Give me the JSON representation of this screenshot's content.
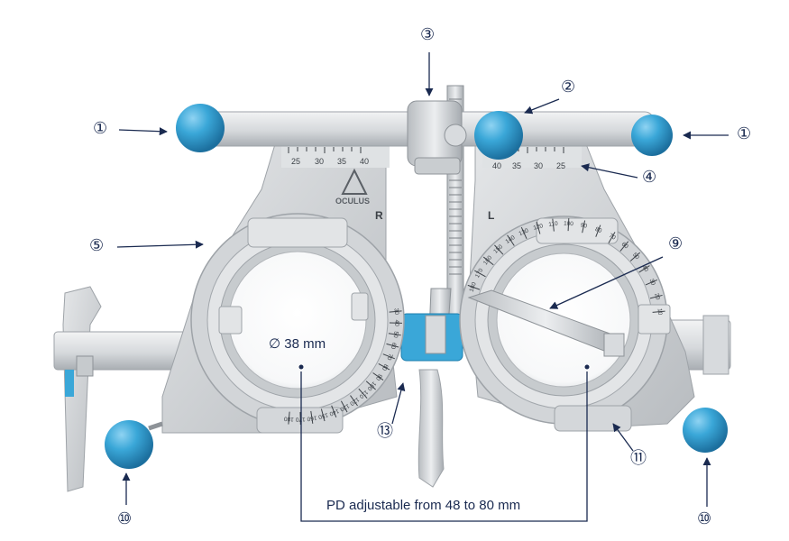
{
  "colors": {
    "accent_blue": "#3aa7d8",
    "frame_gray": "#d9dcdf",
    "frame_dark": "#aeb3b8",
    "callout_ink": "#1a2a50"
  },
  "callouts": {
    "c1_left": "①",
    "c1_right": "①",
    "c2": "②",
    "c3": "③",
    "c4": "④",
    "c5": "⑤",
    "c9": "⑨",
    "c10_left": "⑩",
    "c10_right": "⑩",
    "c11": "⑪",
    "c13": "⑬"
  },
  "labels": {
    "diameter": "∅ 38 mm",
    "pd": "PD adjustable from 48 to 80 mm",
    "brand": "OCULUS",
    "right_side": "R",
    "left_side": "L"
  },
  "scales": {
    "top_left": [
      "25",
      "30",
      "35",
      "40"
    ],
    "top_right": [
      "40",
      "35",
      "30",
      "25"
    ],
    "ring_right": [
      "180",
      "170",
      "160",
      "150",
      "140",
      "130",
      "120",
      "110",
      "100",
      "90",
      "80",
      "70",
      "60",
      "50",
      "40",
      "30"
    ],
    "ring_left": [
      "180",
      "170",
      "160",
      "150",
      "140",
      "130",
      "120",
      "110",
      "100",
      "90",
      "80",
      "70",
      "60",
      "50",
      "40",
      "30",
      "20",
      "10"
    ]
  }
}
